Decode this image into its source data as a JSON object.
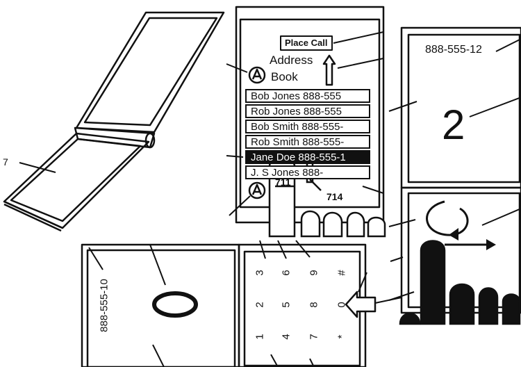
{
  "address_book": {
    "place_call_label": "Place Call",
    "title_line1": "Address",
    "title_line2": "Book",
    "contacts": [
      {
        "name": "Bob Jones 888-555",
        "selected": false
      },
      {
        "name": "Rob Jones 888-555",
        "selected": false
      },
      {
        "name": "Bob Smith 888-555-",
        "selected": false
      },
      {
        "name": "Rob Smith 888-555-",
        "selected": false
      },
      {
        "name": "Jane Doe 888-555-1",
        "selected": true
      },
      {
        "name": "J. S      Jones 888-",
        "selected": false
      }
    ],
    "ref_711": "711",
    "ref_714": "714"
  },
  "right_phone": {
    "number": "888-555-12",
    "digit": "2"
  },
  "bottom_phone": {
    "number": "888-555-10",
    "digit": "0",
    "keys": [
      "3",
      "6",
      "9",
      "#",
      "2",
      "5",
      "8",
      "0",
      "1",
      "4",
      "7",
      "*"
    ]
  },
  "left_ref": "7",
  "colors": {
    "ink": "#111111",
    "paper": "#ffffff"
  }
}
